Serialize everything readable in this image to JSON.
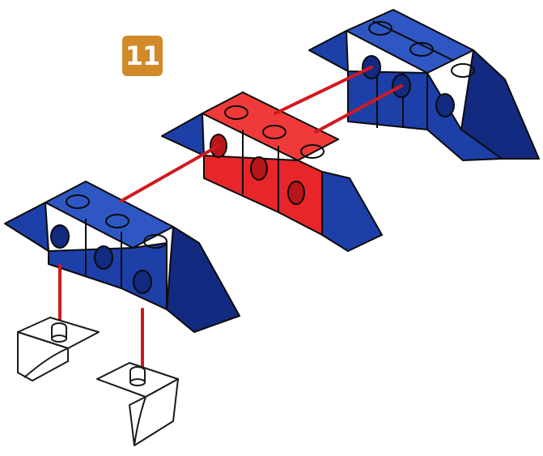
{
  "step_number": "11",
  "colors": {
    "badge": "#d18a2a",
    "blue": "#1d3fa8",
    "blue_top": "#2f57c4",
    "blue_dark": "#122a80",
    "red": "#e8262a",
    "red_top": "#f03a3a",
    "red_dark": "#b81518",
    "connector_line": "#d0191f",
    "outline": "#0b0b0b"
  },
  "parts": [
    {
      "name": "back-blue-beam",
      "color": "blue",
      "cubes": 3,
      "ends": "wedge-both"
    },
    {
      "name": "middle-red-beam",
      "color": "red",
      "cubes": 3,
      "ends": "wedge-both"
    },
    {
      "name": "front-blue-beam",
      "color": "blue",
      "cubes": 3,
      "ends": "wedge-both"
    },
    {
      "name": "clear-slope-feet",
      "color": "clear",
      "count": 2
    }
  ],
  "connections": 5
}
